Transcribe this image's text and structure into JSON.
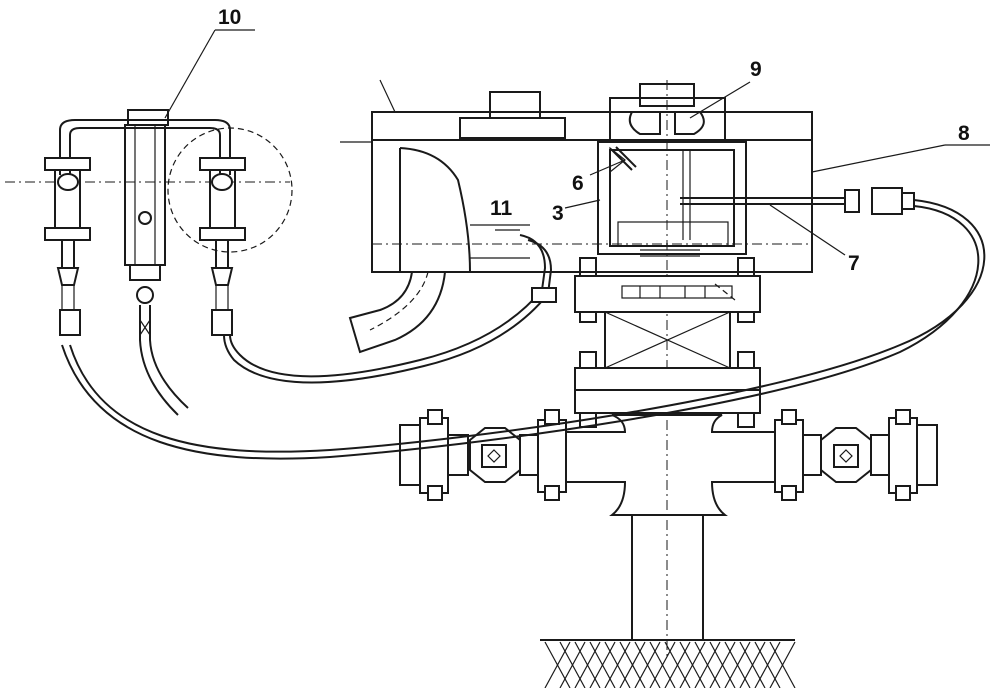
{
  "labels": {
    "part_3": "3",
    "part_6": "6",
    "part_7": "7",
    "part_8": "8",
    "part_9": "9",
    "part_10": "10",
    "part_11": "11"
  }
}
